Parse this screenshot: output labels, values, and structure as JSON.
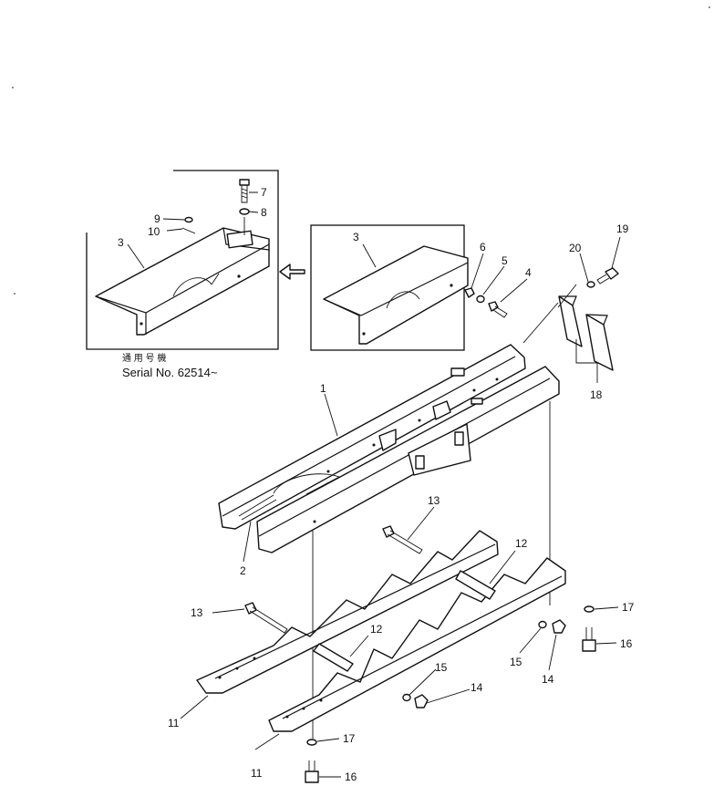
{
  "inset": {
    "note_line1": "通 用 号 機",
    "note_line2": "Serial No. 62514~"
  },
  "callouts": {
    "c1": "1",
    "c2": "2",
    "c3a": "3",
    "c3b": "3",
    "c4": "4",
    "c5": "5",
    "c6": "6",
    "c7": "7",
    "c8": "8",
    "c9": "9",
    "c10": "10",
    "c11a": "11",
    "c11b": "11",
    "c12a": "12",
    "c12b": "12",
    "c13a": "13",
    "c13b": "13",
    "c14a": "14",
    "c14b": "14",
    "c15a": "15",
    "c15b": "15",
    "c16a": "16",
    "c16b": "16",
    "c17a": "17",
    "c17b": "17",
    "c18": "18",
    "c19": "19",
    "c20": "20"
  }
}
